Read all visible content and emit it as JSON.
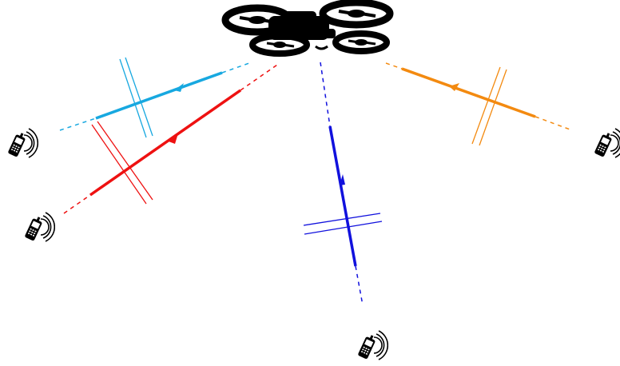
{
  "diagram": {
    "background": "#ffffff",
    "drone": {
      "icon": "quadcopter-drone-icon",
      "color": "#000000"
    },
    "device_icon": "mobile-phone-signal-icon",
    "links": [
      {
        "id": "cyan",
        "color": "#17a8e0"
      },
      {
        "id": "red",
        "color": "#ee1111"
      },
      {
        "id": "blue",
        "color": "#1111dd"
      },
      {
        "id": "orange",
        "color": "#f38a10"
      }
    ]
  }
}
